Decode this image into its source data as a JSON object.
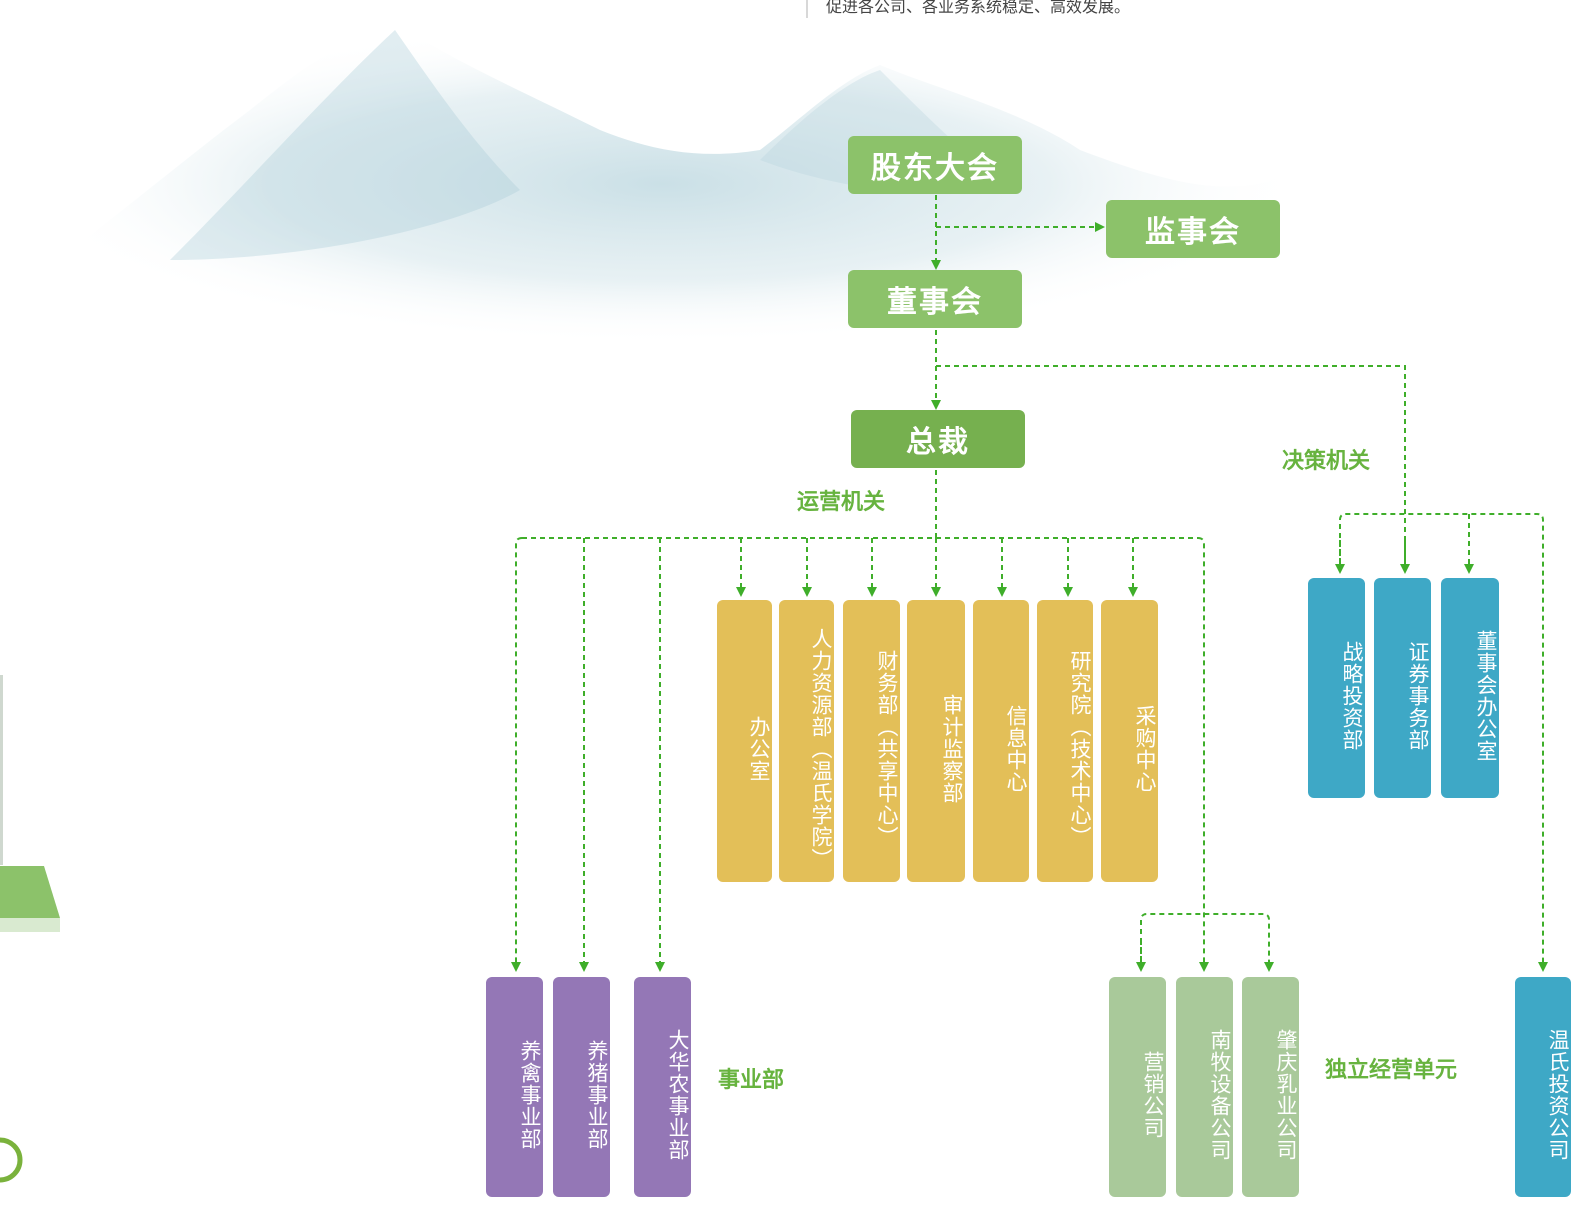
{
  "intro_text": "促进各公司、各业务系统稳定、高效发展。",
  "colors": {
    "governance": "#8cc26a",
    "operations": "#e3bf58",
    "decision": "#3ea8c6",
    "divisions": "#9477b6",
    "independent": "#a9c99a",
    "connector": "#3fae2a",
    "label": "#67b33f"
  },
  "nodes": {
    "shareholders": "股东大会",
    "supervisors": "监事会",
    "board": "董事会",
    "president": "总裁"
  },
  "labels": {
    "operations": "运营机关",
    "decision": "决策机关",
    "divisions": "事业部",
    "independent": "独立经营单元"
  },
  "operations_departments": [
    "办公室",
    "人力资源部（温氏学院）",
    "财务部（共享中心）",
    "审计监察部",
    "信息中心",
    "研究院（技术中心）",
    "采购中心"
  ],
  "decision_departments": [
    "战略投资部",
    "证券事务部",
    "董事会办公室"
  ],
  "business_divisions": [
    "养禽事业部",
    "养猪事业部",
    "大华农事业部"
  ],
  "independent_units": [
    "营销公司",
    "南牧设备公司",
    "肇庆乳业公司"
  ],
  "investment_company": "温氏投资公司"
}
